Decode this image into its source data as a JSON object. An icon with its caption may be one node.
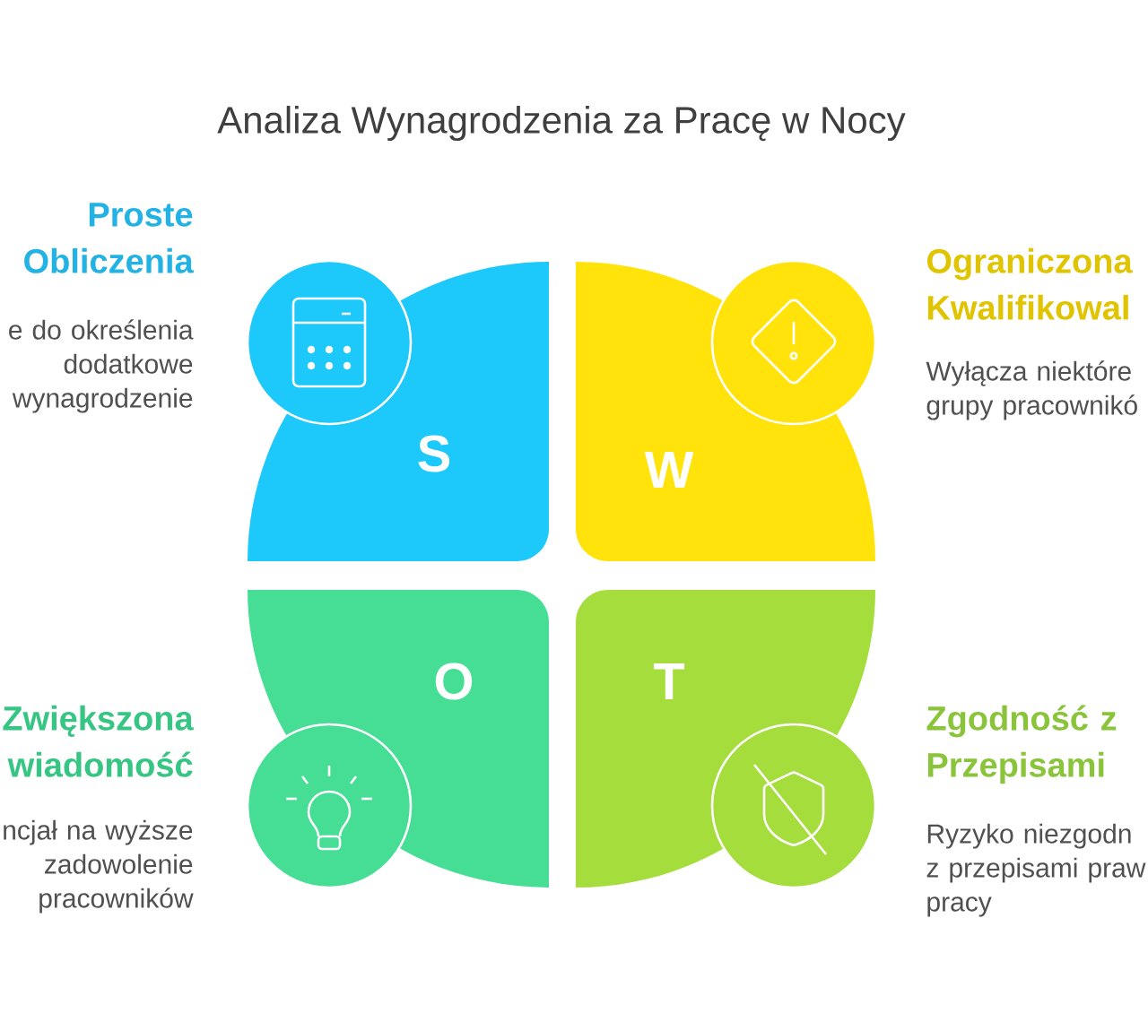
{
  "diagram": {
    "title": "Analiza Wynagrodzenia za Pracę w Nocy",
    "nodes": [
      {
        "text": [
          "S"
        ],
        "beside": [
          "Proste Obliczenia",
          "e do określenia dodatkowe wynagrodzenie"
        ]
      },
      {
        "text": [
          "W"
        ],
        "beside": [
          "Ograniczona Kwalifikowal",
          "Wyłącza niektóre grupy pracownikó"
        ]
      },
      {
        "text": [
          "O"
        ],
        "beside": [
          "Zwiększona wiadomość",
          "ncjał na wyższe zadowolenie pracowników"
        ]
      },
      {
        "text": [
          "T"
        ],
        "beside": [
          "Zgodność z Przepisami",
          "Ryzyko niezgodn z przepisami praw pracy"
        ]
      }
    ]
  }
}
